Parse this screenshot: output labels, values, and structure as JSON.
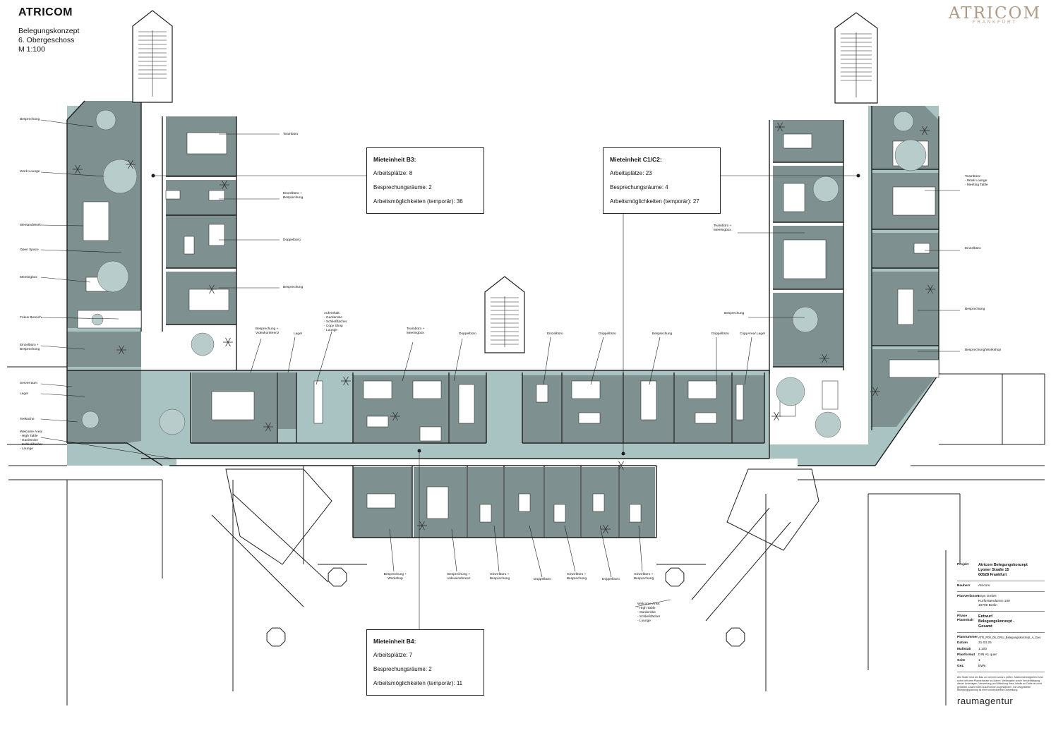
{
  "header": {
    "title": "ATRICOM",
    "subtitle": "Belegungskonzept",
    "floor": "6. Obergeschoss",
    "scale": "M 1:100"
  },
  "brand": {
    "name": "ATRICOM",
    "city": "FRANKFURT",
    "color": "#b09a86"
  },
  "colors": {
    "room_fill": "#7e908f",
    "corridor_fill": "#a9c3c2",
    "wall": "#1e1e1e"
  },
  "units": [
    {
      "title": "Mieteinheit B3:",
      "workplaces": "Arbeitsplätze: 8",
      "meeting_rooms": "Besprechungsräume: 2",
      "temp_workplaces": "Arbeitsmöglichkeiten (temporär): 36"
    },
    {
      "title": "Mieteinheit C1/C2:",
      "workplaces": "Arbeitsplätze: 23",
      "meeting_rooms": "Besprechungsräume: 4",
      "temp_workplaces": "Arbeitsmöglichkeiten (temporär): 27"
    },
    {
      "title": "Mieteinheit B4:",
      "workplaces": "Arbeitsplätze: 7",
      "meeting_rooms": "Besprechungsräume: 2",
      "temp_workplaces": "Arbeitsmöglichkeiten (temporär): 11"
    }
  ],
  "labels": {
    "besprechung": "Besprechung",
    "work_lounge": "Work Lounge",
    "meet_and_work": "MeetandWork",
    "open_space": "Open Space",
    "meetingbox": "Meetingbox",
    "fokus": "Fokus Bereich",
    "einzelbuero_bespr": "Einzelbüro + Besprechung",
    "serverraum": "Serverraum",
    "lager": "Lager",
    "teekueche": "Teeküche",
    "welcome_left": "Welcome Area:\n- High Table\n- Garderobe\n- Schließfächer\n- Lounge",
    "teambuero": "Teambüro",
    "einzelbuero_bespr2": "Einzelbüro + Besprechung",
    "doppelbuero": "Doppelbüro",
    "besprechung2": "Besprechung",
    "besprechung_video": "Besprechung + Videokonferenz",
    "lager2": "Lager",
    "aufenthalt": "Aufenthalt:\n- Garderobe\n- Schließfächer\n- Copy Shop\n- Lounge",
    "teambuero_meetingbox": "Teambüro + Meetingbox",
    "doppelbuero2": "Doppelbüro",
    "einzelbuero": "Einzelbüro",
    "doppelbuero3": "Doppelbüro",
    "besprechung3": "Besprechung",
    "doppelbuero4": "Doppelbüro",
    "copy_lager": "CopyArea/ Lager",
    "besprechung4": "Besprechung",
    "teambuero_meetingbox2": "Teambüro + Meetingbox",
    "teambuero_right": "Teambüro:\n- Work Lounge\n- Meeting Table",
    "einzelbuero_right": "Einzelbüro",
    "besprechung_right": "Besprechung",
    "besprechung_workshop_right": "Besprechung/Workshop",
    "b_workshop": "Besprechung + Workshop",
    "b_video2": "Besprechung + Videokonferenz",
    "e_bespr3": "Einzelbüro + Besprechung",
    "doppel5": "Doppelbüro",
    "e_bespr4": "Einzelbüro + Besprechung",
    "doppel6": "Doppelbüro",
    "e_bespr5": "Einzelbüro + Besprechung",
    "welcome_right": "Welcome Area:\n- High Table\n- Garderobe\n- Schließfächer\n- Lounge"
  },
  "title_block": {
    "projekt_label": "Projekt",
    "projekt_value": "Atricom Belegungskonzept\nLyoner Straße 15\n60528 Frankfurt",
    "bauherr_label": "Bauherr",
    "bauherr_value": "Atricom",
    "planverfasser_label": "Planverfasser",
    "planverfasser_value": "tmps GmbH\nKurfürstendamm 100\n10709 Berlin",
    "phase_label": "Phase\nPlanInhalt",
    "phase_value": "Entwurf\nBelegungskonzept -\nGesamt",
    "plannummer_label": "Plannummer",
    "plannummer_value": "ATR_P00_06_GRU_Belegungskonzept_A_Ges",
    "datum_label": "Datum",
    "datum_value": "31.03.25",
    "massstab_label": "Maßstab",
    "massstab_value": "1:100",
    "planformat_label": "Planformat",
    "planformat_value": "DIN A1 quer",
    "seite_label": "Seite",
    "seite_value": "1",
    "gez_label": "Gez.",
    "gez_value": "BWe.",
    "note": "Alle Maße sind am Bau zu nehmen und zu prüfen. Maßunstimmigkeiten sind sofort mit dem Planverfasser zu klären. Weitergabe sowie Vervielfältigung dieser Unterlagen, Verwertung und Mitteilung ihres Inhalts an Dritte ist nicht gestattet, soweit nicht ausdrücklich zugestanden. Die dargestellte Belegungsplanung ist eine konzeptionelle Darstellung.",
    "agency": "raumagentur"
  }
}
